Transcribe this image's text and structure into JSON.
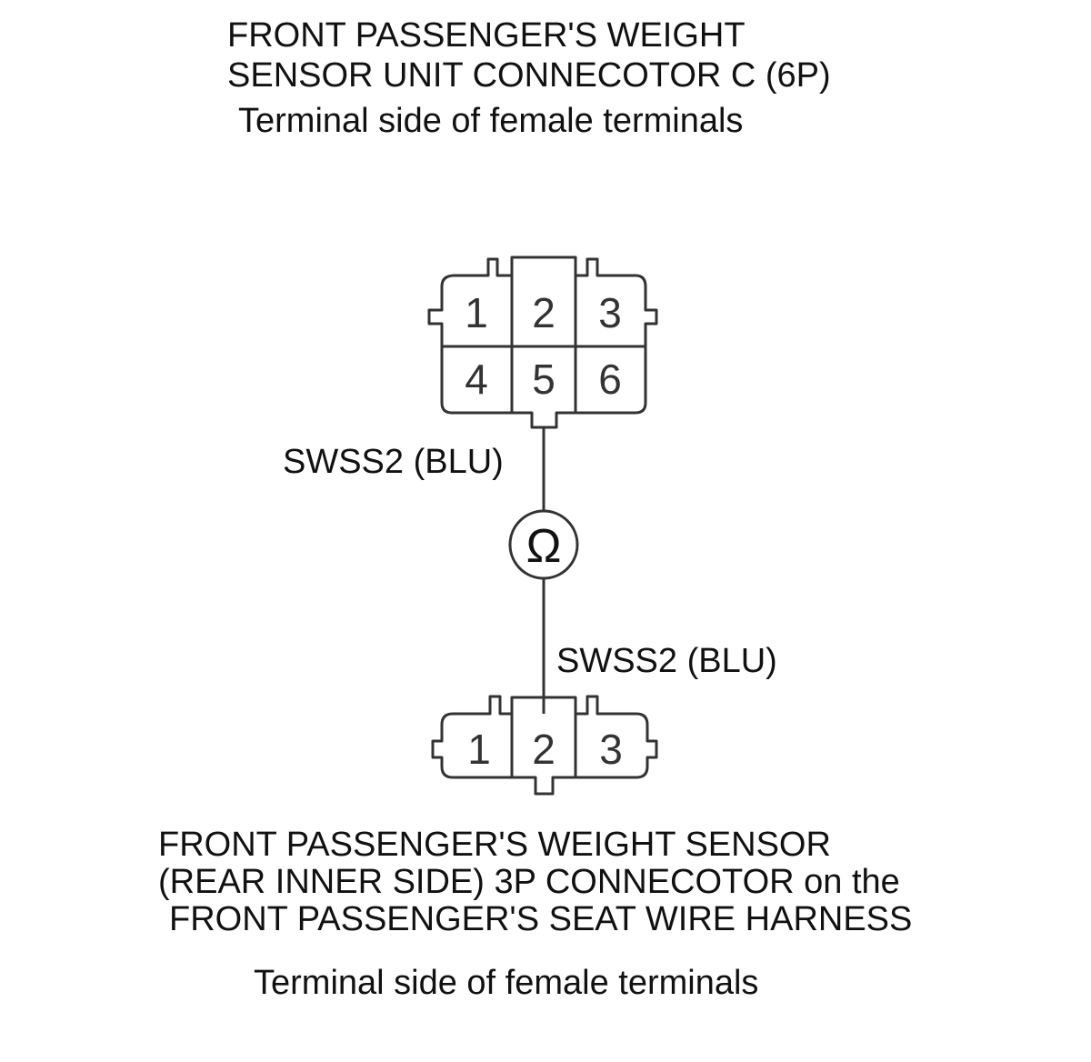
{
  "top_connector": {
    "title_line1": "FRONT PASSENGER'S WEIGHT",
    "title_line2": "SENSOR UNIT CONNECOTOR C (6P)",
    "subtitle": "Terminal side of female terminals",
    "pins": [
      "1",
      "2",
      "3",
      "4",
      "5",
      "6"
    ]
  },
  "wire_top_label": "SWSS2 (BLU)",
  "meter_symbol": "Ω",
  "wire_bottom_label": "SWSS2 (BLU)",
  "bottom_connector": {
    "pins": [
      "1",
      "2",
      "3"
    ],
    "title_line1": "FRONT PASSENGER'S WEIGHT SENSOR",
    "title_line2": "(REAR INNER SIDE) 3P CONNECOTOR on the",
    "title_line3": "FRONT PASSENGER'S SEAT WIRE HARNESS",
    "subtitle": "Terminal side of female terminals"
  }
}
